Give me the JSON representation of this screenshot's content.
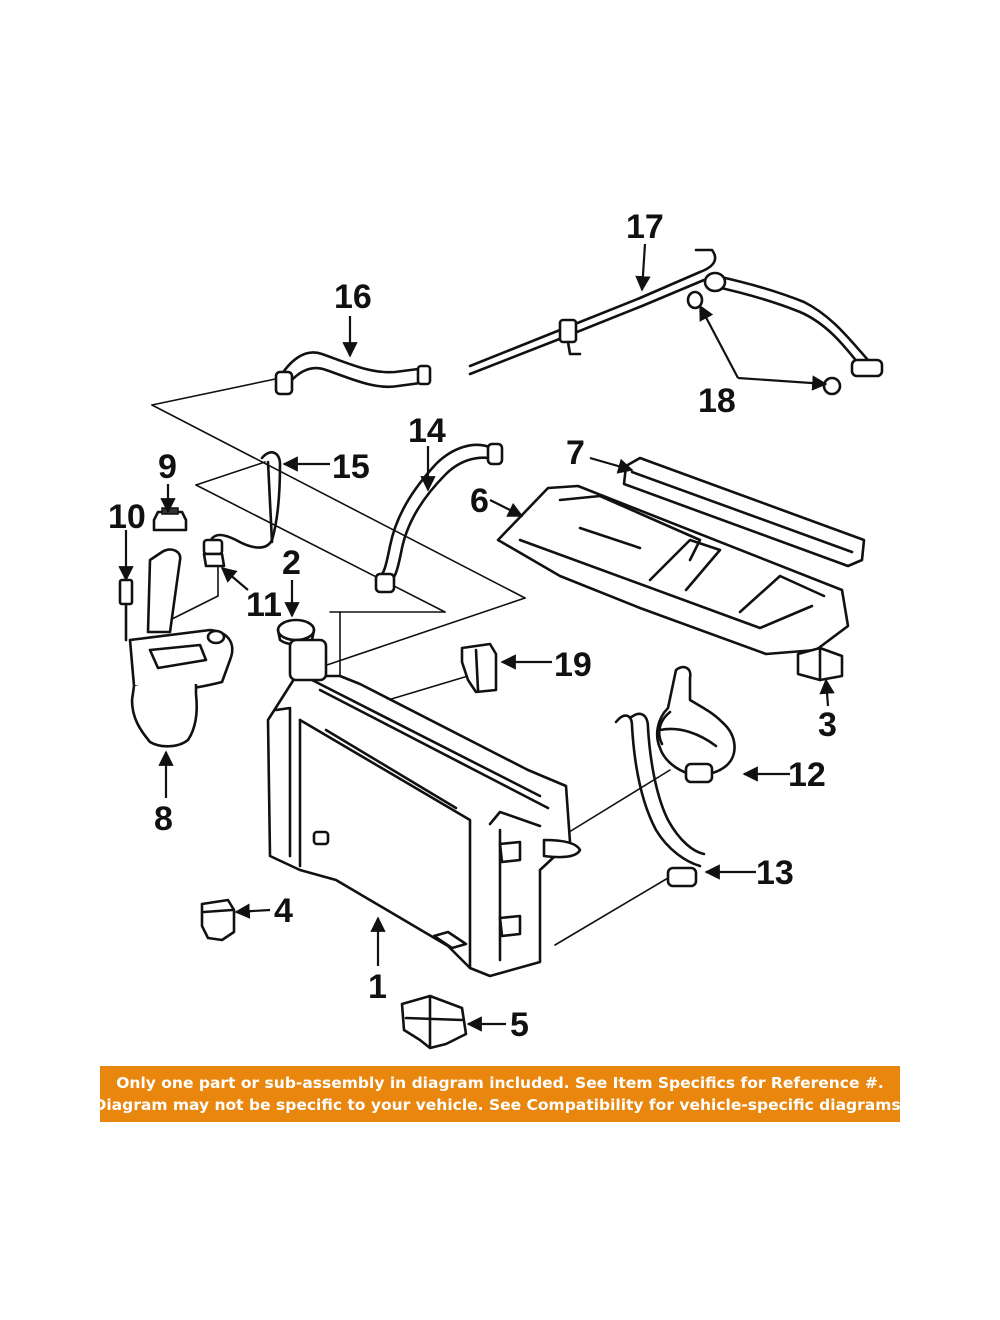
{
  "callouts": {
    "c1": "1",
    "c2": "2",
    "c3": "3",
    "c4": "4",
    "c5": "5",
    "c6": "6",
    "c7": "7",
    "c8": "8",
    "c9": "9",
    "c10": "10",
    "c11": "11",
    "c12": "12",
    "c13": "13",
    "c14": "14",
    "c15": "15",
    "c16": "16",
    "c17": "17",
    "c18": "18",
    "c19": "19"
  },
  "banner": {
    "line1": "Only one part or sub-assembly in diagram included. See Item Specifics for Reference #.",
    "line2": "Diagram may not be specific to your vehicle. See Compatibility for vehicle-specific diagrams."
  },
  "colors": {
    "banner_bg": "#e8860e",
    "banner_text": "#ffffff",
    "line": "#111111"
  }
}
